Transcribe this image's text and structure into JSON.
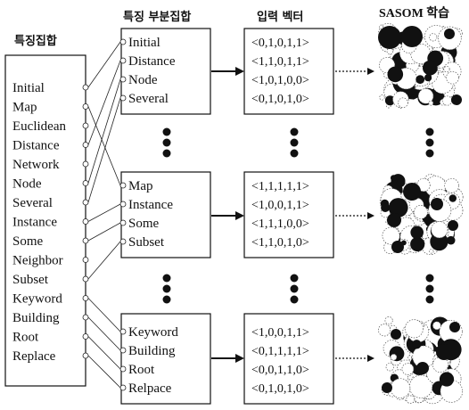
{
  "headers": {
    "feature_set": "특징집합",
    "feature_subset": "특징 부분집합",
    "input_vector": "입력 벡터",
    "sasom": "SASOM 학습"
  },
  "feature_set": [
    "Initial",
    "Map",
    "Euclidean",
    "Distance",
    "Network",
    "Node",
    "Several",
    "Instance",
    "Some",
    "Neighbor",
    "Subset",
    "Keyword",
    "Building",
    "Root",
    "Replace"
  ],
  "groups": [
    {
      "features": [
        "Initial",
        "Distance",
        "Node",
        "Several"
      ],
      "vectors": [
        "<0,1,0,1,1>",
        "<1,1,0,1,1>",
        "<1,0,1,0,0>",
        "<0,1,0,1,0>"
      ]
    },
    {
      "features": [
        "Map",
        "Instance",
        "Some",
        "Subset"
      ],
      "vectors": [
        "<1,1,1,1,1>",
        "<1,0,0,1,1>",
        "<1,1,1,0,0>",
        "<1,1,0,1,0>"
      ]
    },
    {
      "features": [
        "Keyword",
        "Building",
        "Root",
        "Relpace"
      ],
      "vectors": [
        "<1,0,0,1,1>",
        "<0,1,1,1,1>",
        "<0,0,1,1,0>",
        "<0,1,0,1,0>"
      ]
    }
  ]
}
